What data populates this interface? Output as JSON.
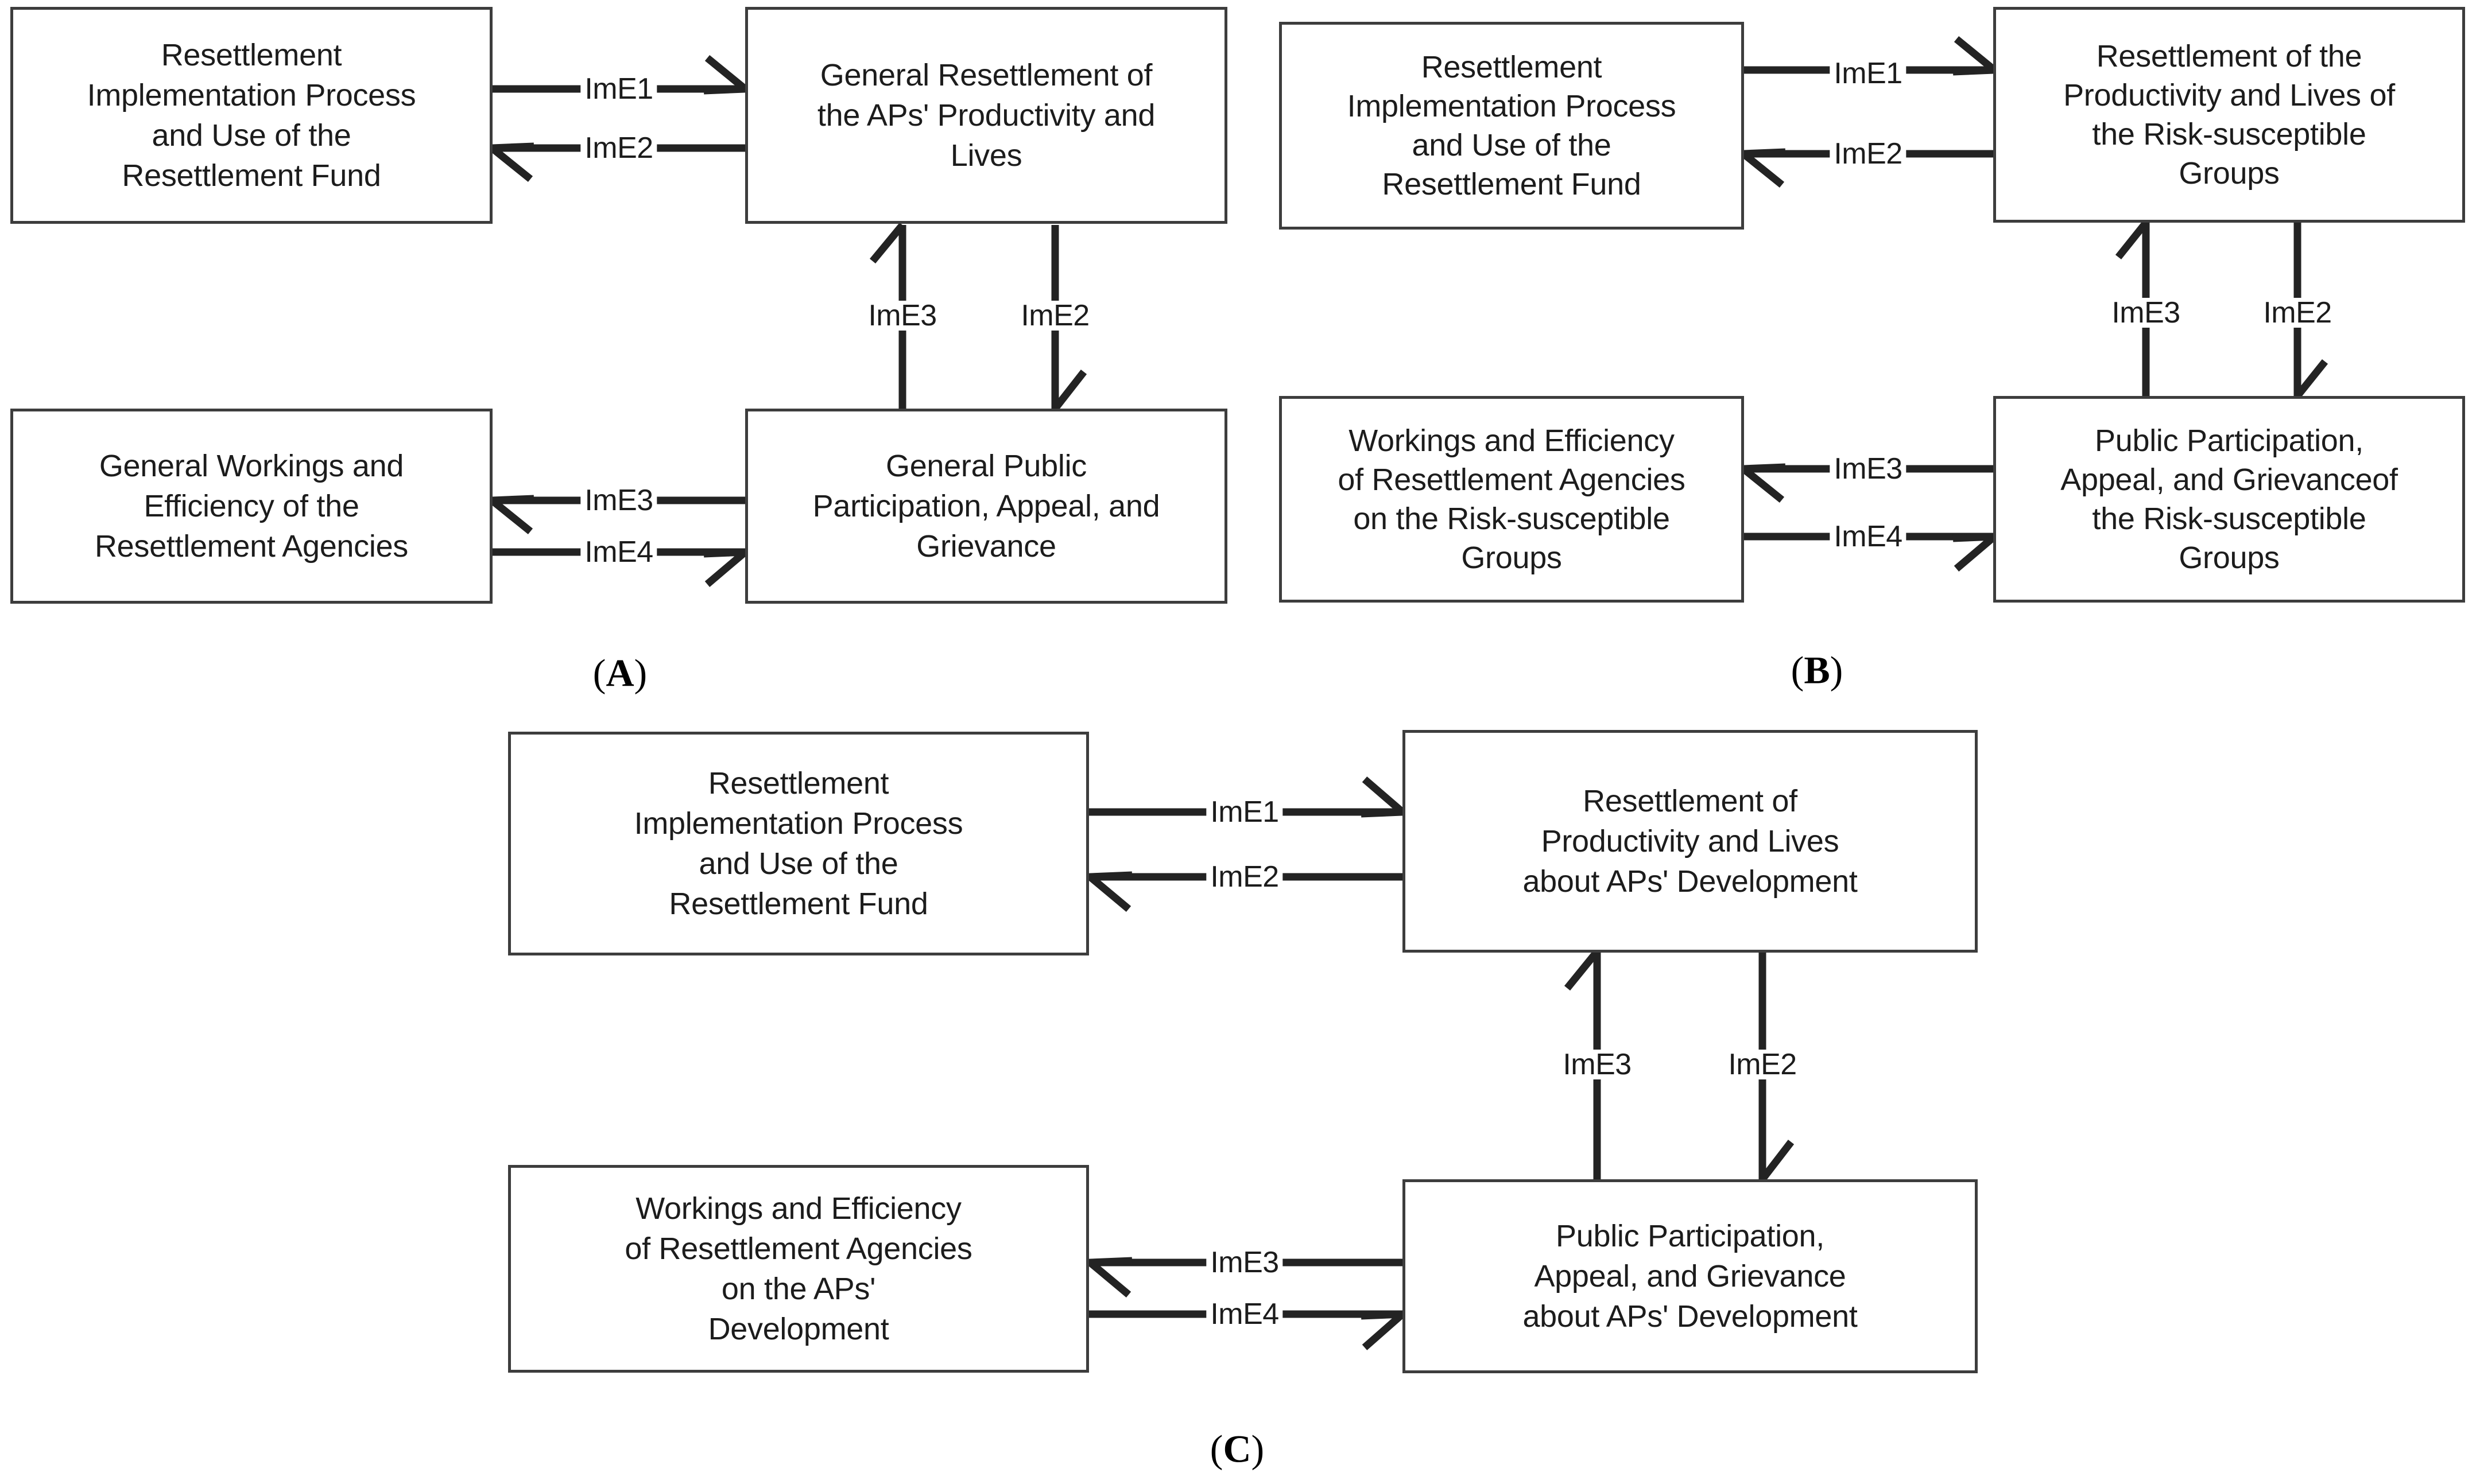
{
  "figure": {
    "type": "three-panel-block-diagram",
    "panels": [
      {
        "id": "A",
        "label": "(A)",
        "label_letter": "A",
        "nodes": [
          {
            "id": "a-top-left",
            "text": "Resettlement\nImplementation Process\nand Use of the\nResettlement Fund"
          },
          {
            "id": "a-top-right",
            "text": "General Resettlement of\nthe APs' Productivity and\nLives"
          },
          {
            "id": "a-bot-left",
            "text": "General Workings and\nEfficiency of the\nResettlement Agencies"
          },
          {
            "id": "a-bot-right",
            "text": "General Public\nParticipation, Appeal, and\nGrievance"
          }
        ],
        "edges": [
          {
            "label": "ImE1",
            "from": "a-top-left",
            "to": "a-top-right",
            "dir": "right"
          },
          {
            "label": "ImE2",
            "from": "a-top-right",
            "to": "a-top-left",
            "dir": "left"
          },
          {
            "label": "ImE3",
            "from": "a-bot-right",
            "to": "a-top-right",
            "dir": "up"
          },
          {
            "label": "ImE2",
            "from": "a-top-right",
            "to": "a-bot-right",
            "dir": "down"
          },
          {
            "label": "ImE3",
            "from": "a-bot-right",
            "to": "a-bot-left",
            "dir": "left"
          },
          {
            "label": "ImE4",
            "from": "a-bot-left",
            "to": "a-bot-right",
            "dir": "right"
          }
        ]
      },
      {
        "id": "B",
        "label": "(B)",
        "label_letter": "B",
        "nodes": [
          {
            "id": "b-top-left",
            "text": "Resettlement\nImplementation Process\nand Use of the\nResettlement Fund"
          },
          {
            "id": "b-top-right",
            "text": "Resettlement of the\nProductivity and Lives of\nthe Risk-susceptible\nGroups"
          },
          {
            "id": "b-bot-left",
            "text": "Workings and Efficiency\nof Resettlement Agencies\non the Risk-susceptible\nGroups"
          },
          {
            "id": "b-bot-right",
            "text": "Public Participation,\nAppeal, and Grievanceof\nthe Risk-susceptible\nGroups"
          }
        ],
        "edges": [
          {
            "label": "ImE1",
            "from": "b-top-left",
            "to": "b-top-right",
            "dir": "right"
          },
          {
            "label": "ImE2",
            "from": "b-top-right",
            "to": "b-top-left",
            "dir": "left"
          },
          {
            "label": "ImE3",
            "from": "b-bot-right",
            "to": "b-top-right",
            "dir": "up"
          },
          {
            "label": "ImE2",
            "from": "b-top-right",
            "to": "b-bot-right",
            "dir": "down"
          },
          {
            "label": "ImE3",
            "from": "b-bot-right",
            "to": "b-bot-left",
            "dir": "left"
          },
          {
            "label": "ImE4",
            "from": "b-bot-left",
            "to": "b-bot-right",
            "dir": "right"
          }
        ]
      },
      {
        "id": "C",
        "label": "(C)",
        "label_letter": "C",
        "nodes": [
          {
            "id": "c-top-left",
            "text": "Resettlement\nImplementation Process\nand Use of the\nResettlement Fund"
          },
          {
            "id": "c-top-right",
            "text": "Resettlement of\nProductivity and Lives\nabout APs' Development"
          },
          {
            "id": "c-bot-left",
            "text": "Workings and Efficiency\nof Resettlement Agencies\non the APs'\nDevelopment"
          },
          {
            "id": "c-bot-right",
            "text": "Public Participation,\nAppeal, and Grievance\nabout APs' Development"
          }
        ],
        "edges": [
          {
            "label": "ImE1",
            "from": "c-top-left",
            "to": "c-top-right",
            "dir": "right"
          },
          {
            "label": "ImE2",
            "from": "c-top-right",
            "to": "c-top-left",
            "dir": "left"
          },
          {
            "label": "ImE3",
            "from": "c-bot-right",
            "to": "c-top-right",
            "dir": "up"
          },
          {
            "label": "ImE2",
            "from": "c-top-right",
            "to": "c-bot-right",
            "dir": "down"
          },
          {
            "label": "ImE3",
            "from": "c-bot-right",
            "to": "c-bot-left",
            "dir": "left"
          },
          {
            "label": "ImE4",
            "from": "c-bot-left",
            "to": "c-bot-right",
            "dir": "right"
          }
        ]
      }
    ],
    "colors": {
      "background": "#ffffff",
      "box_border": "#3d3d3d",
      "box_fill": "#ffffff",
      "text": "#1c1c1c",
      "connector": "#232323"
    }
  }
}
